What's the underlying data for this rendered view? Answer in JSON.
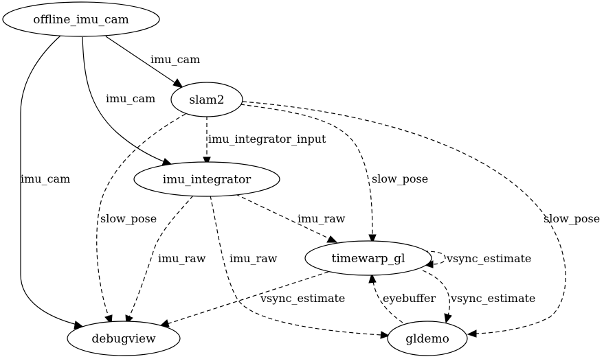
{
  "nodes": {
    "offline_imu_cam": "offline_imu_cam",
    "slam2": "slam2",
    "imu_integrator": "imu_integrator",
    "timewarp_gl": "timewarp_gl",
    "debugview": "debugview",
    "gldemo": "gldemo"
  },
  "edges": {
    "offline_to_slam2": "imu_cam",
    "offline_to_integrator": "imu_cam",
    "offline_to_debugview": "imu_cam",
    "slam2_to_integrator": "imu_integrator_input",
    "slam2_to_timewarp": "slow_pose",
    "slam2_to_debugview": "slow_pose",
    "slam2_to_gldemo": "slow_pose",
    "integrator_to_timewarp": "imu_raw",
    "integrator_to_debugview": "imu_raw",
    "integrator_to_gldemo": "imu_raw",
    "timewarp_self": "vsync_estimate",
    "timewarp_to_debugview": "vsync_estimate",
    "timewarp_to_gldemo": "vsync_estimate",
    "gldemo_to_timewarp": "eyebuffer"
  }
}
